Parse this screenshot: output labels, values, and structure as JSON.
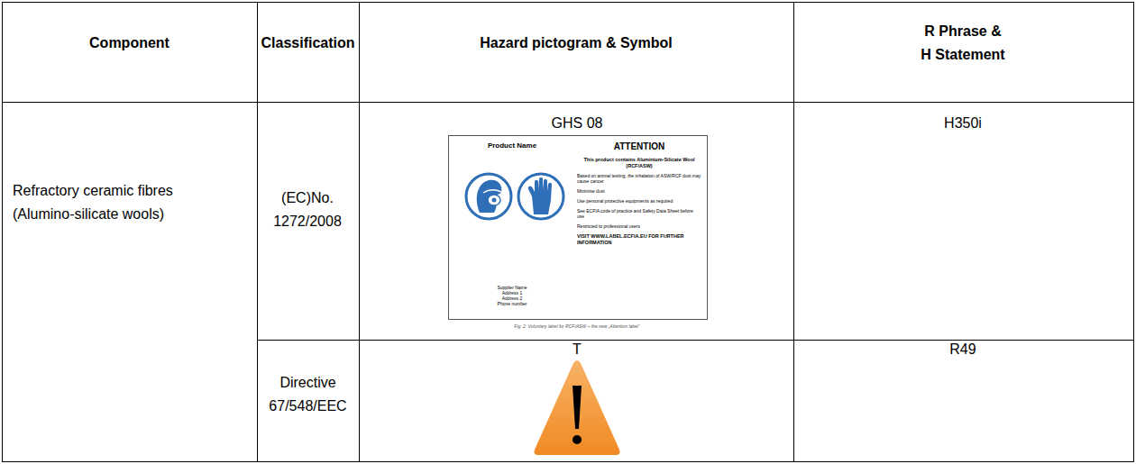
{
  "diagram": {
    "nodes": [
      {
        "text": [
          "Product Name",
          "ATTENTION",
          "This product contains Aluminium-Silicate Wool (RCF/ASW)",
          "Based on animal testing, the inhalation of ASW/RCF dust may cause cancer",
          "Minimise dust",
          "Use personal protective equipments as required",
          "See ECFIA code of practice and Safety Data Sheet before use",
          "Restricted to professional users",
          "VISIT WWW.LABEL.ECFIA.EU FOR FURTHER INFORMATION",
          "Supplier Name Address 1 Address 2 Phone number"
        ]
      }
    ],
    "labels": [
      "Component",
      "Classification",
      "Hazard pictogram & Symbol",
      "R Phrase & H Statement",
      "Refractory ceramic fibres (Alumino-silicate wools)",
      "(EC)No. 1272/2008",
      "GHS 08",
      "H350i",
      "Fig. 2: Voluntary label for RCF/ASW – the new „Attention label“",
      "Directive 67/548/EEC",
      "T",
      "R49"
    ]
  }
}
